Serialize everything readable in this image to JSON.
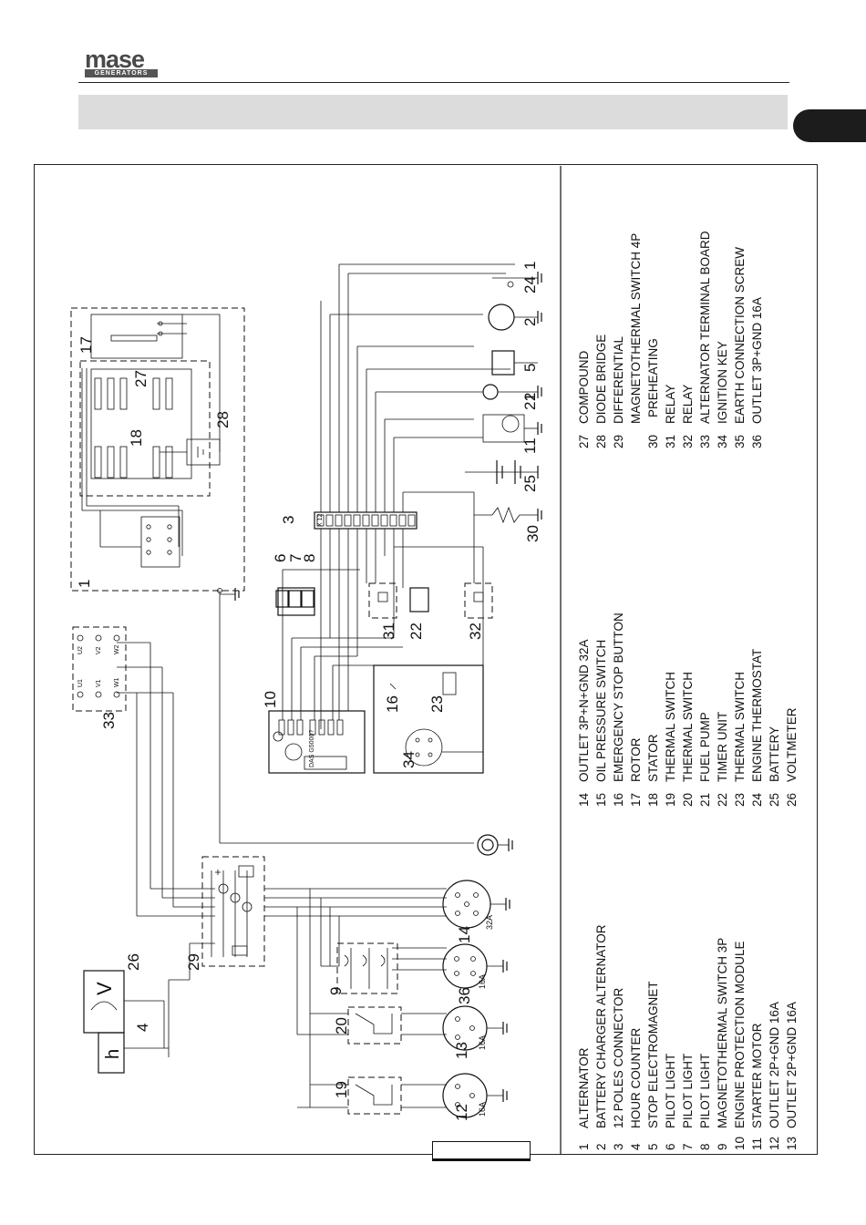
{
  "brand": {
    "logo_word": "mase",
    "logo_sub": "GENERATORS"
  },
  "diagram": {
    "component_labels": {
      "c1": "1",
      "c3": "3",
      "c4": "4",
      "c5": "5",
      "c6": "6",
      "c7": "7",
      "c8": "8",
      "c9": "9",
      "c10": "10",
      "c11": "11",
      "c12": "12",
      "c13": "13",
      "c14": "14",
      "c16": "16",
      "c17": "17",
      "c18": "18",
      "c19": "19",
      "c20": "20",
      "c21": "21",
      "c22": "22",
      "c23": "23",
      "c24": "24",
      "c25": "25",
      "c26": "26",
      "c27": "27",
      "c28": "28",
      "c29": "29",
      "c30": "30",
      "c31": "31",
      "c32": "32",
      "c33": "33",
      "c34": "34",
      "c36": "36",
      "c1b": "1",
      "c2a": "2",
      "c2b": "2"
    },
    "symbols": {
      "voltmeter": "V",
      "hourcounter": "h",
      "outlet_32a": "32A",
      "outlet_16a_a": "16A",
      "outlet_16a_b": "16A",
      "outlet_16a_c": "16A",
      "module_code": "DAS G5000?",
      "term_u2": "U2",
      "term_v2": "V2",
      "term_w2": "W2",
      "term_u1": "U1",
      "term_v1": "V1",
      "term_w1": "W1",
      "conn_id": "X 12"
    }
  },
  "legend": {
    "col1": [
      {
        "num": "1",
        "text": "ALTERNATOR"
      },
      {
        "num": "2",
        "text": "BATTERY CHARGER ALTERNATOR"
      },
      {
        "num": "3",
        "text": "12 POLES CONNECTOR"
      },
      {
        "num": "4",
        "text": "HOUR COUNTER"
      },
      {
        "num": "5",
        "text": "STOP ELECTROMAGNET"
      },
      {
        "num": "6",
        "text": "PILOT LIGHT"
      },
      {
        "num": "7",
        "text": "PILOT LIGHT"
      },
      {
        "num": "8",
        "text": "PILOT LIGHT"
      },
      {
        "num": "9",
        "text": "MAGNETOTHERMAL SWITCH 3P"
      },
      {
        "num": "10",
        "text": "ENGINE PROTECTION MODULE"
      },
      {
        "num": "11",
        "text": "STARTER MOTOR"
      },
      {
        "num": "12",
        "text": "OUTLET 2P+GND 16A"
      },
      {
        "num": "13",
        "text": "OUTLET 2P+GND 16A"
      }
    ],
    "col2": [
      {
        "num": "14",
        "text": "OUTLET 3P+N+GND 32A"
      },
      {
        "num": "15",
        "text": "OIL PRESSURE SWITCH"
      },
      {
        "num": "16",
        "text": "EMERGENCY STOP BUTTON"
      },
      {
        "num": "17",
        "text": "ROTOR"
      },
      {
        "num": "18",
        "text": "STATOR"
      },
      {
        "num": "19",
        "text": "THERMAL SWITCH"
      },
      {
        "num": "20",
        "text": "THERMAL SWITCH"
      },
      {
        "num": "21",
        "text": "FUEL PUMP"
      },
      {
        "num": "22",
        "text": "TIMER UNIT"
      },
      {
        "num": "23",
        "text": "THERMAL SWITCH"
      },
      {
        "num": "24",
        "text": "ENGINE THERMOSTAT"
      },
      {
        "num": "25",
        "text": "BATTERY"
      },
      {
        "num": "26",
        "text": "VOLTMETER"
      }
    ],
    "col3": [
      {
        "num": "27",
        "text": "COMPOUND"
      },
      {
        "num": "28",
        "text": "DIODE BRIDGE"
      },
      {
        "num": "29",
        "text": "DIFFERENTIAL"
      },
      {
        "num": "",
        "text": "MAGNETOTHERMAL SWITCH 4P"
      },
      {
        "num": "30",
        "text": "PREHEATING"
      },
      {
        "num": "31",
        "text": "RELAY"
      },
      {
        "num": "32",
        "text": "RELAY"
      },
      {
        "num": "33",
        "text": "ALTERNATOR TERMINAL BOARD"
      },
      {
        "num": "34",
        "text": "IGNITION KEY"
      },
      {
        "num": "35",
        "text": "EARTH CONNECTION SCREW"
      },
      {
        "num": "36",
        "text": "OUTLET 3P+GND 16A"
      }
    ]
  }
}
